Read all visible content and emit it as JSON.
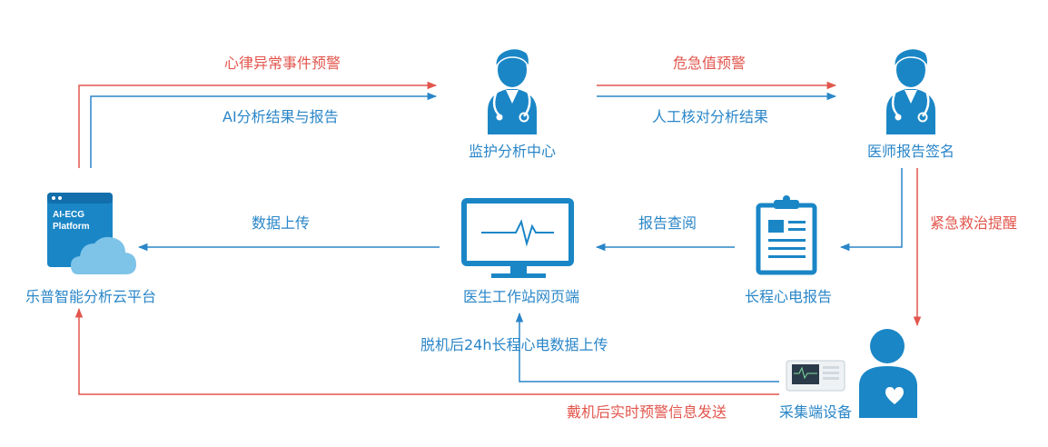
{
  "colors": {
    "accent_blue": "#1a86c6",
    "alert_red": "#e2564d",
    "cloud": "#7ec3e8"
  },
  "nodes": {
    "cloud_platform": {
      "label": "乐普智能分析云平台",
      "screen_title": "AI-ECG",
      "screen_subtitle": "Platform",
      "icon": "cloud-platform-icon"
    },
    "monitoring_center": {
      "label": "监护分析中心",
      "icon": "doctor-icon"
    },
    "doctor_sign": {
      "label": "医师报告签名",
      "icon": "doctor-icon"
    },
    "workstation": {
      "label": "医生工作站网页端",
      "icon": "monitor-ecg-icon"
    },
    "ecg_report": {
      "label": "长程心电报告",
      "icon": "clipboard-report-icon"
    },
    "device": {
      "label": "采集端设备",
      "icon": "ecg-recorder-icon"
    },
    "patient": {
      "icon": "patient-icon"
    }
  },
  "edges": {
    "abnormal_alert": "心律异常事件预警",
    "ai_result": "AI分析结果与报告",
    "critical_alert": "危急值预警",
    "manual_review": "人工核对分析结果",
    "data_upload": "数据上传",
    "report_query": "报告查阅",
    "emergency_remind": "紧急救治提醒",
    "offline_upload": "脱机后24h长程心电数据上传",
    "realtime_alert": "戴机后实时预警信息发送"
  }
}
